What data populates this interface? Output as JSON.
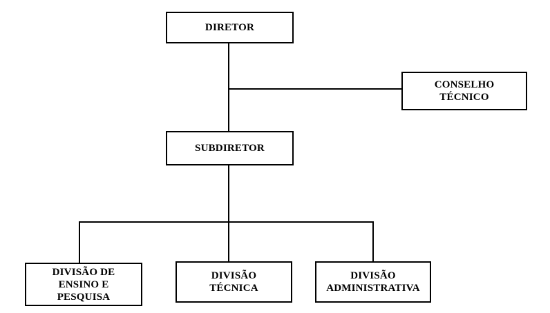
{
  "diagram": {
    "type": "org-chart",
    "nodes": [
      {
        "id": "diretor",
        "label": "DIRETOR"
      },
      {
        "id": "conselho",
        "label": "CONSELHO\nTÉCNICO"
      },
      {
        "id": "subdiretor",
        "label": "SUBDIRETOR"
      },
      {
        "id": "ensino",
        "label": "DIVISÃO DE\nENSINO E\nPESQUISA"
      },
      {
        "id": "tecnica",
        "label": "DIVISÃO\nTÉCNICA"
      },
      {
        "id": "admin",
        "label": "DIVISÃO\nADMINISTRATIVA"
      }
    ],
    "edges": [
      {
        "from": "diretor",
        "to": "subdiretor"
      },
      {
        "from": "diretor",
        "to": "conselho"
      },
      {
        "from": "subdiretor",
        "to": "ensino"
      },
      {
        "from": "subdiretor",
        "to": "tecnica"
      },
      {
        "from": "subdiretor",
        "to": "admin"
      }
    ],
    "colors": {
      "line": "#000000",
      "box_border": "#000000",
      "background": "#ffffff"
    }
  }
}
